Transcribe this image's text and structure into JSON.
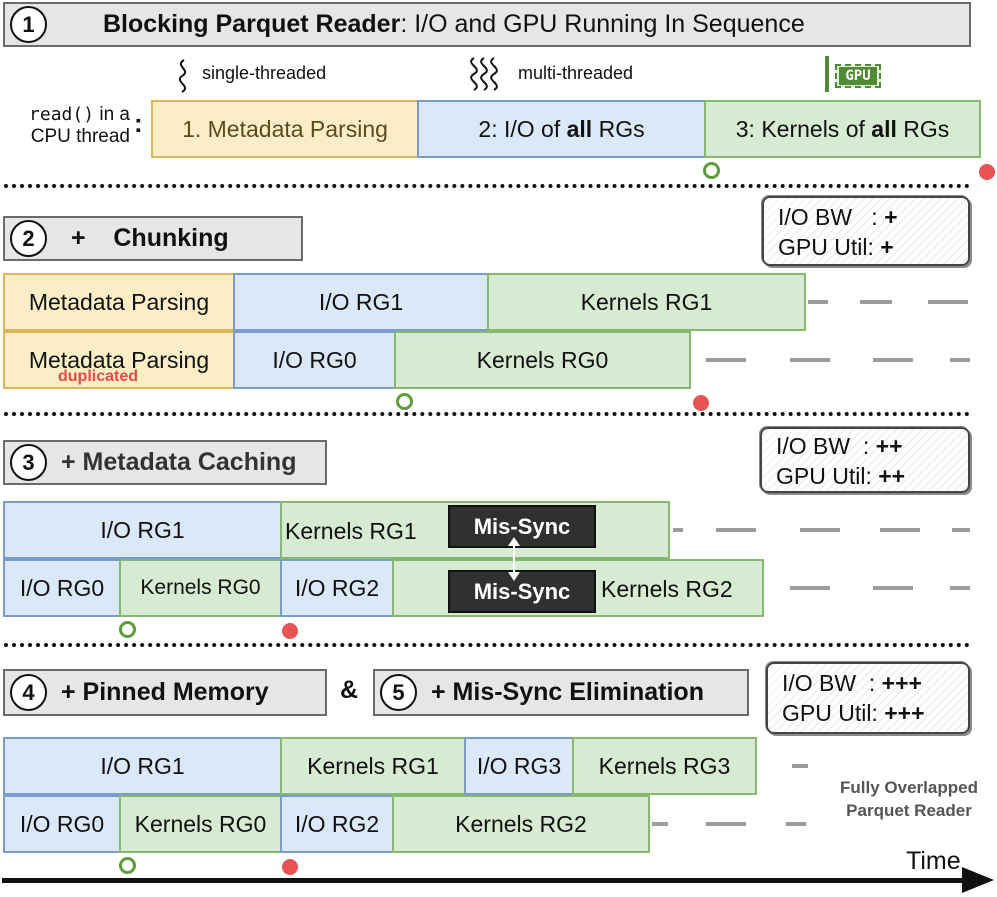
{
  "panel1": {
    "num": "1",
    "title_bold": "Blocking Parquet Reader",
    "title_rest": ": I/O and GPU Running In Sequence",
    "legend_single": "single-threaded",
    "legend_multi": "multi-threaded",
    "legend_gpu": "GPU",
    "side_code": "read()",
    "side_text1": " in a",
    "side_text2": "CPU thread",
    "side_colon": ":",
    "block_meta": "1. Metadata Parsing",
    "block_io_pre": "2: I/O of ",
    "block_io_bold": "all",
    "block_io_post": " RGs",
    "block_k_pre": "3: Kernels of ",
    "block_k_bold": "all",
    "block_k_post": " RGs"
  },
  "panel2": {
    "num": "2",
    "title": "+    Chunking",
    "metric_io": "I/O BW   : ",
    "metric_io_val": "+",
    "metric_gpu": "GPU Util: ",
    "metric_gpu_val": "+",
    "row1": {
      "meta": "Metadata Parsing",
      "io": "I/O RG1",
      "kern": "Kernels RG1"
    },
    "row2": {
      "meta": "Metadata Parsing",
      "io": "I/O RG0",
      "kern": "Kernels RG0"
    },
    "dup_label": "duplicated",
    "dup_color": "#e84a4a"
  },
  "panel3": {
    "num": "3",
    "title": "+ Metadata Caching",
    "metric_io": "I/O BW  : ",
    "metric_io_val": "++",
    "metric_gpu": "GPU Util: ",
    "metric_gpu_val": "++",
    "row1": {
      "io": "I/O RG1",
      "kern": "Kernels RG1"
    },
    "row2": {
      "io0": "I/O RG0",
      "kern0": "Kernels RG0",
      "io2": "I/O RG2",
      "kern2": "Kernels RG2"
    },
    "missync": "Mis-Sync"
  },
  "panel4": {
    "num4": "4",
    "title4": "+ Pinned Memory",
    "amp": "&",
    "num5": "5",
    "title5": "+ Mis-Sync Elimination",
    "metric_io": "I/O BW  : ",
    "metric_io_val": "+++",
    "metric_gpu": "GPU Util: ",
    "metric_gpu_val": "+++",
    "row1": {
      "io1": "I/O RG1",
      "kern1": "Kernels RG1",
      "io3": "I/O RG3",
      "kern3": "Kernels RG3"
    },
    "row2": {
      "io0": "I/O RG0",
      "kern0": "Kernels RG0",
      "io2": "I/O RG2",
      "kern2": "Kernels RG2"
    },
    "note1": "Fully Overlapped",
    "note2": "Parquet Reader"
  },
  "axis": {
    "label": "Time"
  },
  "colors": {
    "io_fill": "#dbe8f7",
    "kernel_fill": "#d7ebd2",
    "metadata_fill": "#fbeec6",
    "start_marker": "#5e9a3e",
    "end_marker": "#e85454"
  }
}
